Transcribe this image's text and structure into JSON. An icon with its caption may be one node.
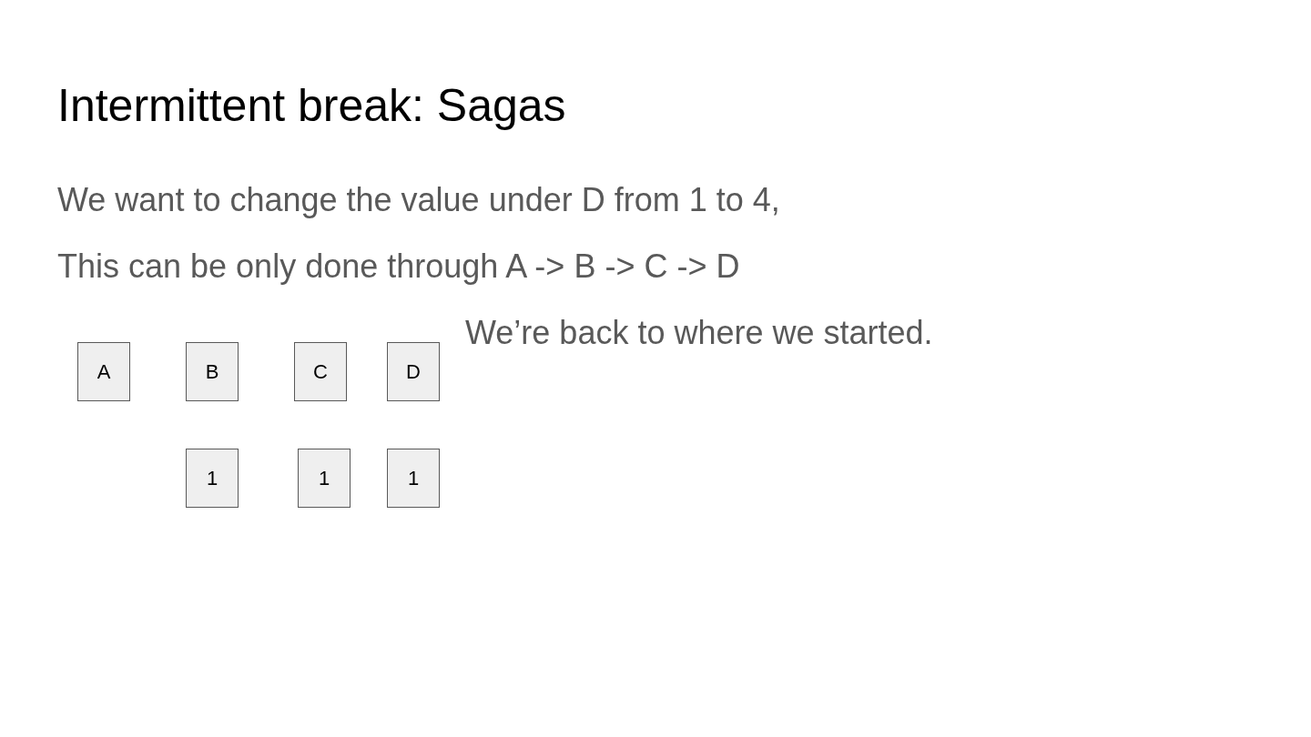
{
  "diagram": {
    "title": "Intermittent break: Sagas",
    "nodes": [
      {
        "text": [
          "A"
        ]
      },
      {
        "text": [
          "B"
        ]
      },
      {
        "text": [
          "C"
        ]
      },
      {
        "text": [
          "D"
        ]
      },
      {
        "text": [
          "1"
        ]
      },
      {
        "text": [
          "1"
        ]
      },
      {
        "text": [
          "1"
        ]
      }
    ],
    "labels": [
      "We want to change the value under D from 1 to 4,",
      "This can be only done through A -> B -> C -> D",
      "We’re back to where we started."
    ]
  }
}
